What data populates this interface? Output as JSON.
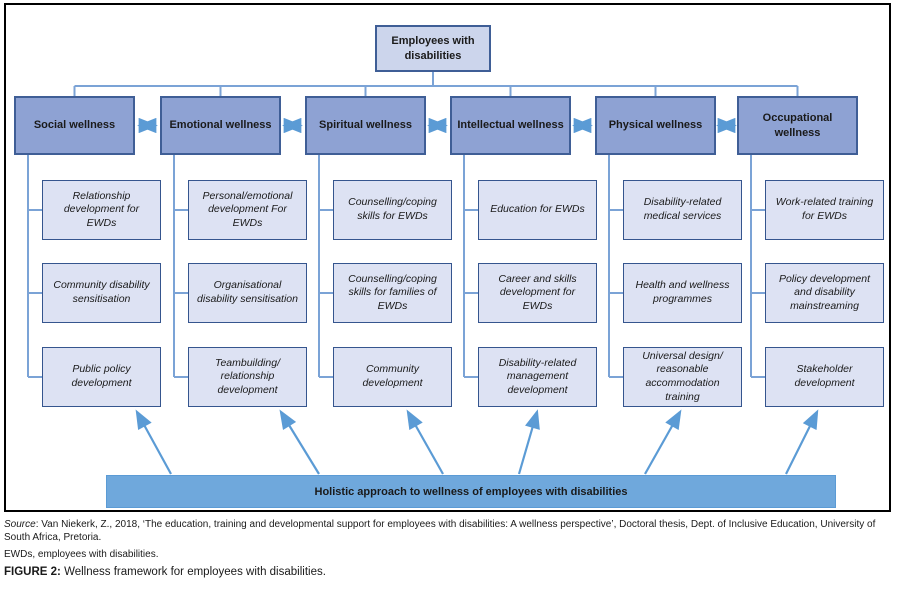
{
  "root": {
    "label": "Employees with disabilities"
  },
  "columns": [
    {
      "header": "Social wellness",
      "items": [
        "Relationship development for EWDs",
        "Community disability sensitisation",
        "Public policy development"
      ]
    },
    {
      "header": "Emotional wellness",
      "items": [
        "Personal/emotional development For EWDs",
        "Organisational disability sensitisation",
        "Teambuilding/relationship development"
      ]
    },
    {
      "header": "Spiritual wellness",
      "items": [
        "Counselling/coping skills for EWDs",
        "Counselling/coping skills for families of EWDs",
        "Community development"
      ]
    },
    {
      "header": "Intellectual wellness",
      "items": [
        "Education for EWDs",
        "Career and skills development for EWDs",
        "Disability-related management development"
      ]
    },
    {
      "header": "Physical wellness",
      "items": [
        "Disability-related medical services",
        "Health and wellness programmes",
        "Universal design/reasonable accommodation training"
      ]
    },
    {
      "header": "Occupational wellness",
      "items": [
        "Work-related training for EWDs",
        "Policy development and disability mainstreaming",
        "Stakeholder development"
      ]
    }
  ],
  "banner": "Holistic approach to wellness of employees with disabilities",
  "caption": {
    "source_label": "Source",
    "source_text": ": Van Niekerk, Z., 2018, ‘The education, training and developmental support for employees with disabilities: A wellness perspective’, Doctoral thesis, Dept. of Inclusive Education, University of South Africa, Pretoria.",
    "abbrev": "EWDs, employees with disabilities.",
    "figure_label": "FIGURE 2:",
    "figure_text": "Wellness framework for employees with disabilities."
  },
  "colors": {
    "header-fill": "#8ea2d3",
    "header-border": "#3f5e96",
    "item-fill": "#dde2f3",
    "item-border": "#35558e",
    "root-fill": "#ccd5ec",
    "banner-fill": "#6fa8dc",
    "connector": "#7ba3d6",
    "arrow": "#5b9bd5",
    "text": "#1a1a1a"
  }
}
